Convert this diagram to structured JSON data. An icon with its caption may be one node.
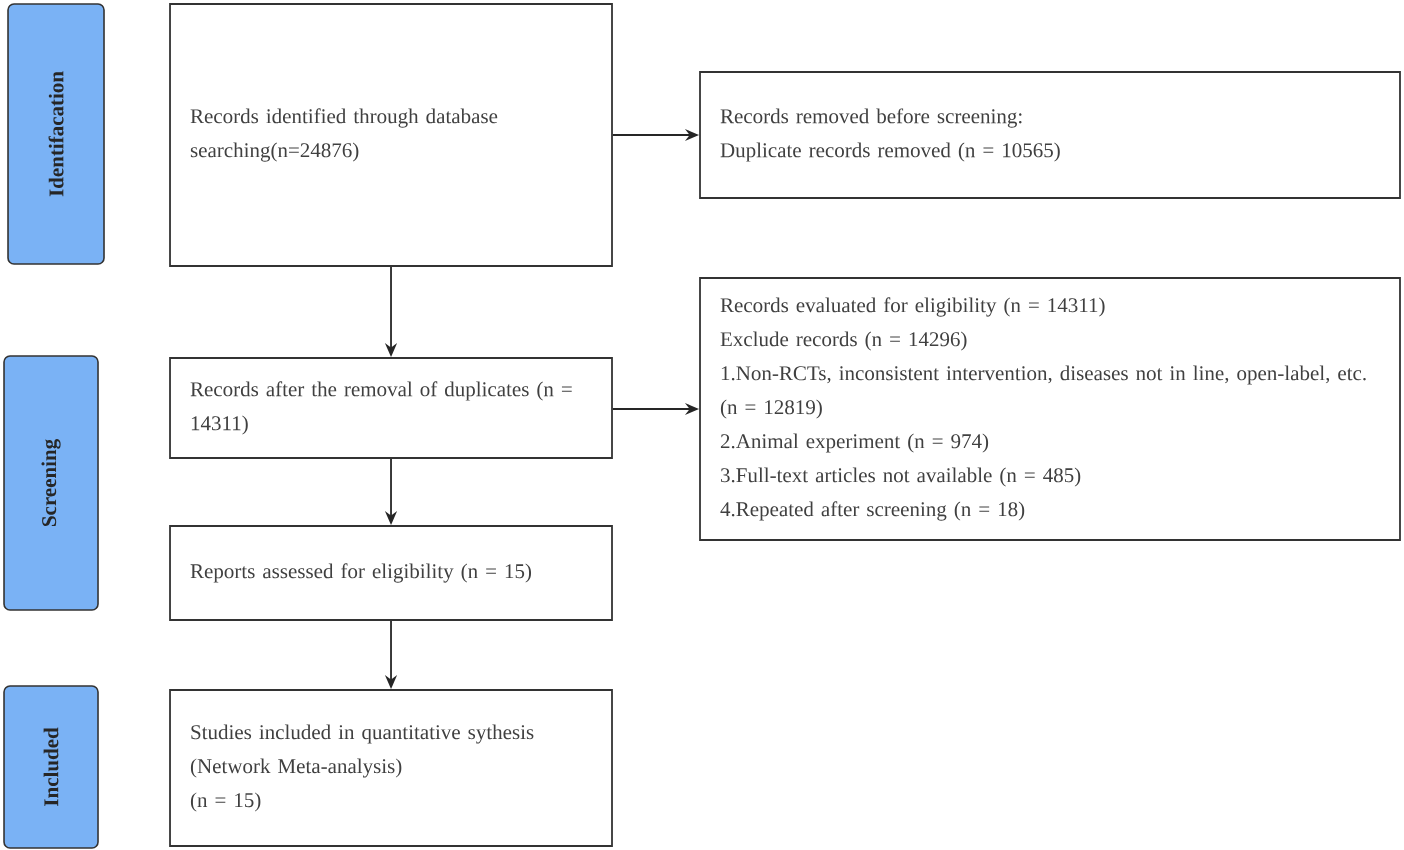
{
  "diagram": {
    "nodes": [
      {
        "text": [
          "Identifacation"
        ]
      },
      {
        "text": [
          "Screening"
        ]
      },
      {
        "text": [
          "Included"
        ]
      },
      {
        "text": [
          "Records identified through database searching(n=24876)"
        ]
      },
      {
        "text": [
          "Records removed before screening:",
          "Duplicate records removed (n = 10565)"
        ]
      },
      {
        "text": [
          "Records after the removal of duplicates (n = 14311)"
        ]
      },
      {
        "text": [
          "Records evaluated for eligibility (n = 14311)",
          "Exclude records (n = 14296)",
          "1.Non-RCTs, inconsistent intervention, diseases not in line, open-label, etc. (n = 12819)",
          "2.Animal experiment (n = 974)",
          "3.Full-text articles not available (n = 485)",
          "4.Repeated after screening (n = 18)"
        ]
      },
      {
        "text": [
          "Reports assessed for eligibility (n = 15)"
        ]
      },
      {
        "text": [
          "Studies included in quantitative sythesis",
          "(Network Meta-analysis)",
          "(n = 15)"
        ]
      }
    ],
    "edges": [
      {
        "from": 3,
        "to": 4,
        "arrow": "to"
      },
      {
        "from": 3,
        "to": 5,
        "arrow": "to"
      },
      {
        "from": 5,
        "to": 6,
        "arrow": "to"
      },
      {
        "from": 5,
        "to": 7,
        "arrow": "to"
      },
      {
        "from": 7,
        "to": 8,
        "arrow": "to"
      }
    ]
  }
}
